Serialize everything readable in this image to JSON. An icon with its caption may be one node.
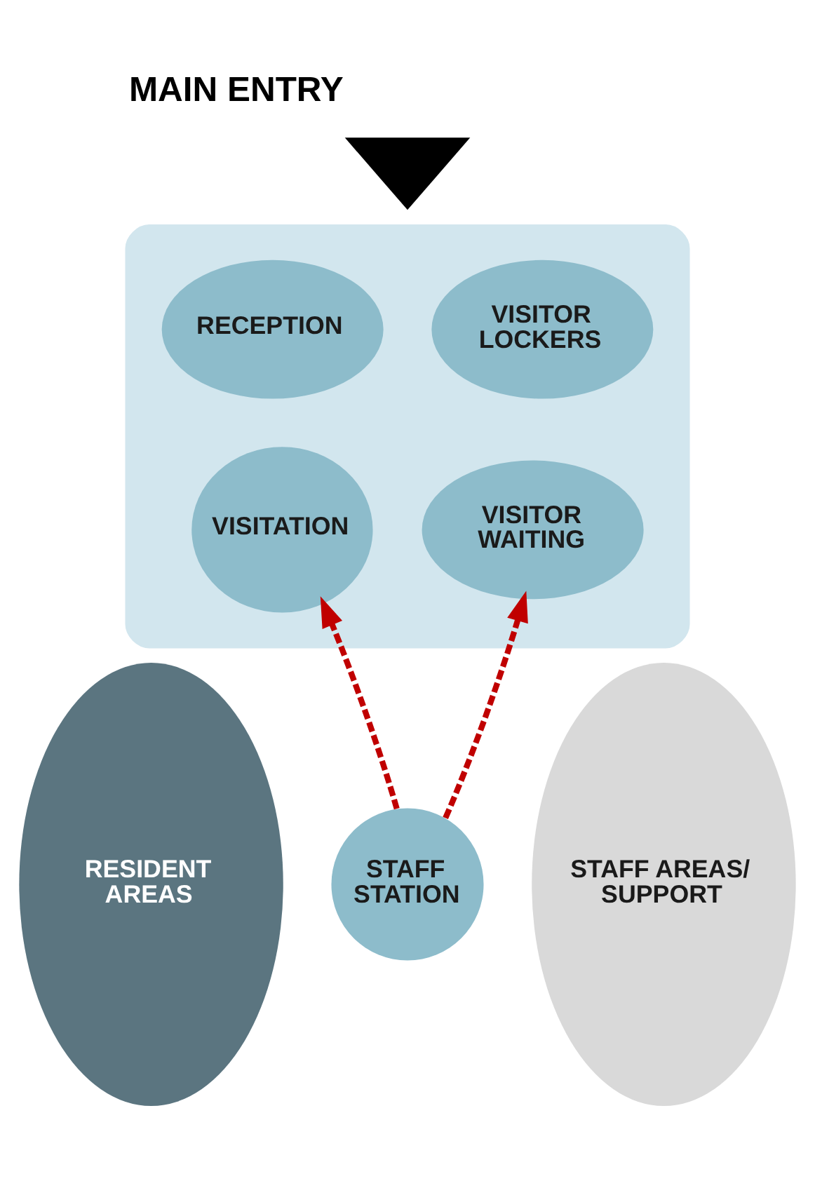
{
  "diagram": {
    "nodes": [
      {
        "text": [
          "MAIN ENTRY"
        ]
      },
      {
        "text": [],
        "shape": "ellipse"
      },
      {
        "text": [
          "RECEPTION"
        ],
        "in": 1
      },
      {
        "text": [
          "VISITOR LOCKERS"
        ],
        "in": 1
      },
      {
        "text": [
          "VISITATION"
        ],
        "in": 1
      },
      {
        "text": [
          "VISITOR WAITING"
        ],
        "in": 1
      },
      {
        "text": [
          "RESIDENT AREAS"
        ]
      },
      {
        "text": [
          "STAFF STATION"
        ]
      },
      {
        "text": [
          "STAFF AREAS/ SUPPORT"
        ]
      }
    ],
    "edges": [
      {
        "from": 7,
        "to": 4,
        "arrow": "to",
        "style": "dashed",
        "color": "#c00000"
      },
      {
        "from": 7,
        "to": 5,
        "arrow": "to",
        "style": "dashed",
        "color": "#c00000"
      }
    ]
  }
}
